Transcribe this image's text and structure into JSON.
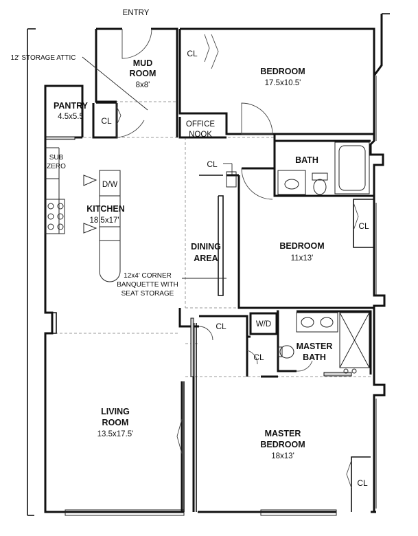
{
  "entry": "ENTRY",
  "storage_attic": "12' STORAGE ATTIC",
  "rooms": {
    "mud_room": {
      "name_line1": "MUD",
      "name_line2": "ROOM",
      "dims": "8x8'"
    },
    "pantry": {
      "name": "PANTRY",
      "dims": "4.5x5.5"
    },
    "bedroom_top": {
      "name": "BEDROOM",
      "dims": "17.5x10.5'"
    },
    "office_nook": {
      "line1": "OFFICE",
      "line2": "NOOK"
    },
    "kitchen": {
      "name": "KITCHEN",
      "dims": "18.5x17'"
    },
    "bath": {
      "name": "BATH"
    },
    "bedroom_mid": {
      "name": "BEDROOM",
      "dims": "11x13'"
    },
    "dining": {
      "line1": "DINING",
      "line2": "AREA"
    },
    "master_bath": {
      "line1": "MASTER",
      "line2": "BATH"
    },
    "living": {
      "line1": "LIVING",
      "line2": "ROOM",
      "dims": "13.5x17.5'"
    },
    "master_bedroom": {
      "line1": "MASTER",
      "line2": "BEDROOM",
      "dims": "18x13'"
    }
  },
  "closet_label": "CL",
  "washer_dryer": "W/D",
  "dishwasher": "D/W",
  "sub_zero": {
    "line1": "SUB",
    "line2": "ZERO"
  },
  "banquette": {
    "line1": "12x4' CORNER",
    "line2": "BANQUETTE WITH",
    "line3": "SEAT STORAGE"
  }
}
